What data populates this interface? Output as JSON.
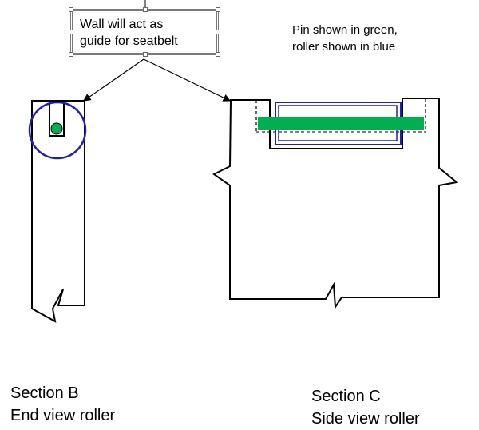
{
  "callout": {
    "line1": "Wall will act as",
    "line2": "guide for seatbelt"
  },
  "legend": {
    "line1": "Pin shown in green,",
    "line2": "roller shown in blue"
  },
  "section_b": {
    "line1": "Section B",
    "line2": "End view roller"
  },
  "section_c": {
    "line1": "Section C",
    "line2": "Side view roller"
  },
  "colors": {
    "pin": "#00b050",
    "roller": "#1f1fb4",
    "outline": "#000000"
  }
}
